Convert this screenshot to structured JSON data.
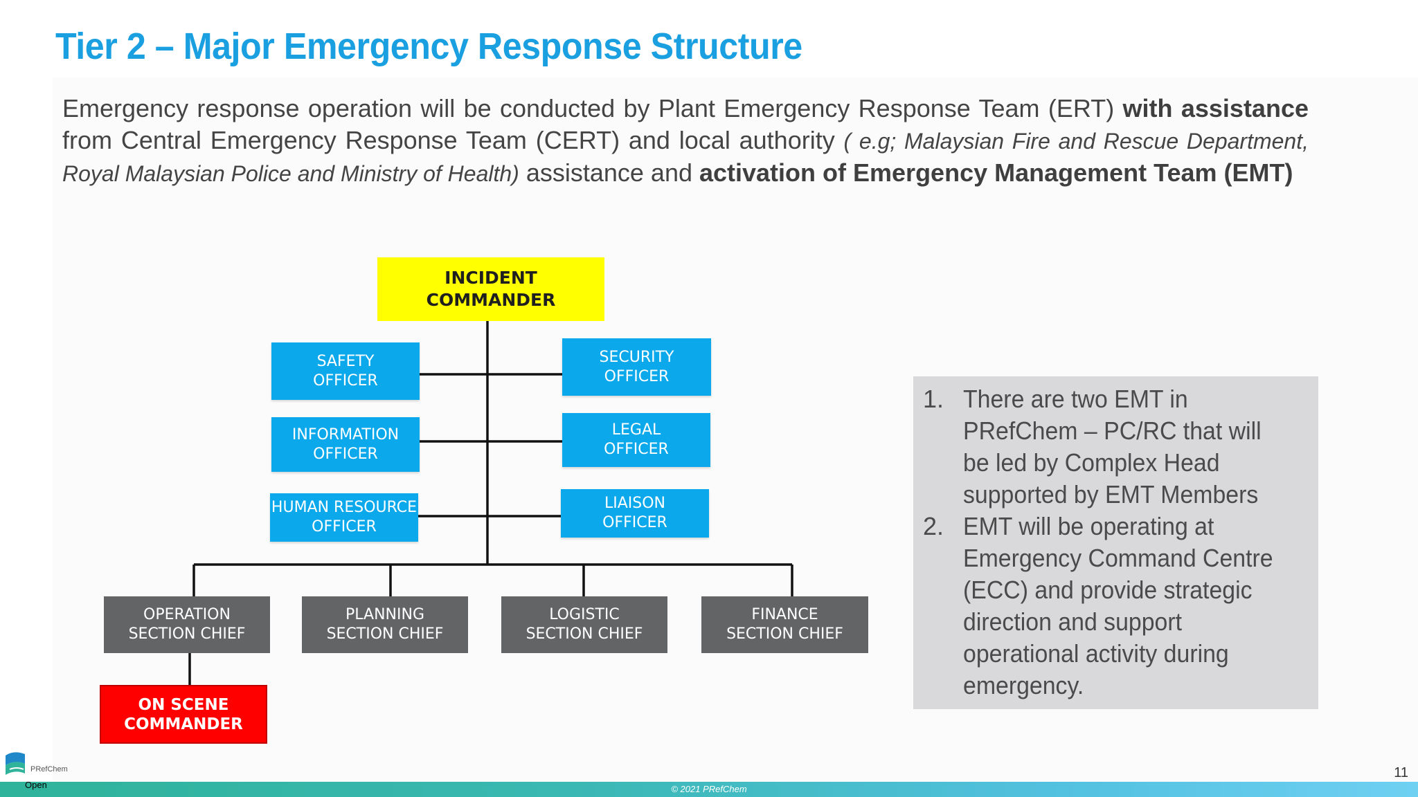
{
  "title": "Tier 2 – Major Emergency Response Structure",
  "intro": {
    "part1": "Emergency response operation will be conducted by Plant Emergency Response Team (ERT) ",
    "bold1": "with assistance",
    "part2": " from Central Emergency Response Team (CERT) and local authority ",
    "italic": "( e.g; Malaysian Fire and Rescue Department, Royal Malaysian Police and Ministry of Health)",
    "part3": " assistance and ",
    "bold2": "activation of Emergency Management Team (EMT)"
  },
  "org": {
    "incident_commander": "INCIDENT\nCOMMANDER",
    "staff_left": [
      "SAFETY\nOFFICER",
      "INFORMATION\nOFFICER",
      "HUMAN RESOURCE\nOFFICER"
    ],
    "staff_right": [
      "SECURITY\nOFFICER",
      "LEGAL\nOFFICER",
      "LIAISON\nOFFICER"
    ],
    "sections": [
      "OPERATION\nSECTION CHIEF",
      "PLANNING\nSECTION CHIEF",
      "LOGISTIC\nSECTION CHIEF",
      "FINANCE\nSECTION CHIEF"
    ],
    "on_scene": "ON SCENE\nCOMMANDER"
  },
  "notes": [
    {
      "num": "1.",
      "text": "There are two EMT in PRefChem – PC/RC that will be led by Complex Head supported by EMT Members"
    },
    {
      "num": "2.",
      "text": "EMT will be operating at Emergency Command Centre (ECC) and provide strategic direction and support operational activity during emergency."
    }
  ],
  "footer": {
    "copyright": "© 2021 PRefChem",
    "page_number": "11",
    "classification": "Open",
    "logo_text": "PRefChem"
  },
  "colors": {
    "title": "#1aa0e0",
    "incident_commander": "#ffff00",
    "staff": "#0ba9ec",
    "section": "#636466",
    "on_scene": "#ff0000",
    "notes_bg": "#d9d9dc"
  }
}
